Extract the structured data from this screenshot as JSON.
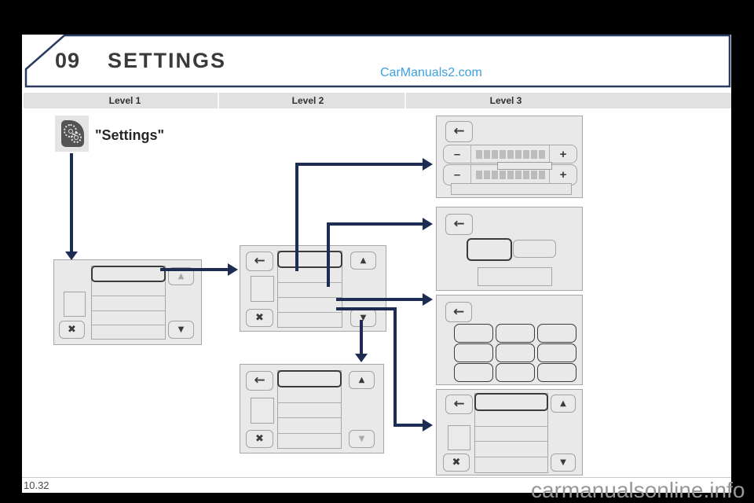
{
  "header": {
    "chapter_number": "09",
    "title": "SETTINGS",
    "site_link": "CarManuals2.com"
  },
  "level_bar": {
    "level1": "Level 1",
    "level2": "Level 2",
    "level3": "Level 3"
  },
  "content": {
    "settings_label": "\"Settings\""
  },
  "footer": {
    "page_number": "10.32",
    "watermark": "carmanualsonline.info"
  },
  "icons": {
    "back": "←",
    "up": "▲",
    "down": "▼",
    "close": "✖",
    "minus": "–",
    "plus": "+"
  },
  "colors": {
    "connector_navy": "#1c2c52",
    "title_border_navy": "#2c3b60",
    "link_blue": "#3aa0e0",
    "panel_background": "#e9e9e9"
  }
}
